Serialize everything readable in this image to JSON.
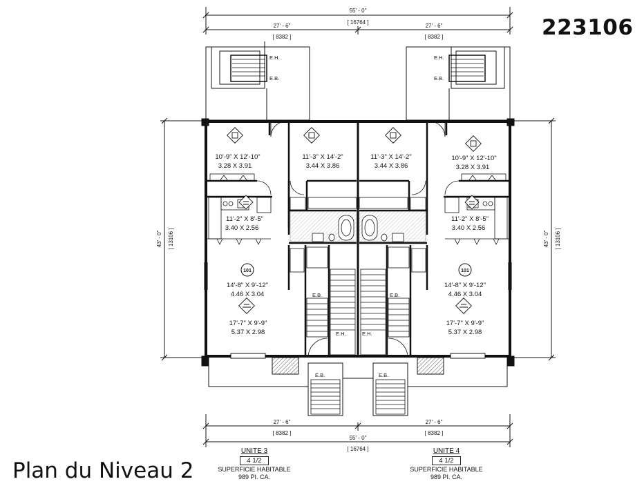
{
  "project_number": "223106",
  "plan_title": "Plan du Niveau 2",
  "dimensions": {
    "overall_width": "55' - 0\"",
    "overall_width_metric": "[ 16764 ]",
    "half_width": "27' - 6\"",
    "half_width_metric": "[ 8382 ]",
    "depth": "43' - 0\"",
    "depth_metric": "[ 13106 ]"
  },
  "rooms": {
    "bedroom_left_outer": {
      "imperial": "10'-9\" X 12'-10\"",
      "metric": "3.28 X 3.91"
    },
    "bedroom_left_inner": {
      "imperial": "11'-3\" X 14'-2\"",
      "metric": "3.44 X 3.86"
    },
    "bedroom_right_inner": {
      "imperial": "11'-3\" X 14'-2\"",
      "metric": "3.44 X 3.86"
    },
    "bedroom_right_outer": {
      "imperial": "10'-9\" X 12'-10\"",
      "metric": "3.28 X 3.91"
    },
    "kitchen_left": {
      "imperial": "11'-2\" X 8'-5\"",
      "metric": "3.40 X 2.56"
    },
    "kitchen_right": {
      "imperial": "11'-2\" X 8'-5\"",
      "metric": "3.40 X 2.56"
    },
    "living_left": {
      "imperial": "14'-8\" X 9'-12\"",
      "metric": "4.46 X 3.04"
    },
    "living_right": {
      "imperial": "14'-8\" X 9'-12\"",
      "metric": "4.46 X 3.04"
    },
    "dining_left": {
      "imperial": "17'-7\" X 9'-9\"",
      "metric": "5.37 X 2.98"
    },
    "dining_right": {
      "imperial": "17'-7\" X 9'-9\"",
      "metric": "5.37 X 2.98"
    }
  },
  "stair_labels": {
    "up": "E.H.",
    "down": "E.B."
  },
  "room_tag_living": "101",
  "units": [
    {
      "name": "UNITE 3",
      "type": "4 1/2",
      "area_label": "SUPERFICIE HABITABLE",
      "area": "989 PI. CA."
    },
    {
      "name": "UNITE 4",
      "type": "4 1/2",
      "area_label": "SUPERFICIE HABITABLE",
      "area": "989 PI. CA."
    }
  ]
}
